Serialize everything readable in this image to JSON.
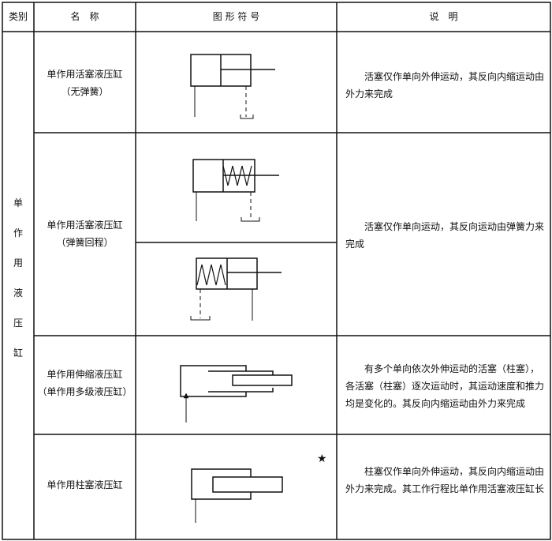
{
  "header": {
    "category": "类别",
    "name": "名　称",
    "symbol": "图 形 符 号",
    "description": "说　明"
  },
  "category_label": [
    "单",
    "作",
    "用",
    "液",
    "压",
    "缸"
  ],
  "rows": [
    {
      "name": [
        "单作用活塞液压缸",
        "（无弹簧）"
      ],
      "description": "活塞仅作单向外伸运动，其反向内缩运动由外力来完成"
    },
    {
      "name": [
        "单作用活塞液压缸",
        "（弹簧回程）"
      ],
      "description": "活塞仅作单向运动，其反向运动由弹簧力来完成"
    },
    {
      "name": [
        "单作用伸缩液压缸",
        "（单作用多级液压缸）"
      ],
      "description": "有多个单向依次外伸运动的活塞（柱塞），各活塞（柱塞）逐次运动时，其运动速度和推力均是变化的。其反向内缩运动由外力来完成"
    },
    {
      "name": [
        "单作用柱塞液压缸"
      ],
      "description": "柱塞仅作单向外伸运动，其反向内缩运动由外力来完成。其工作行程比单作用活塞液压缸长"
    }
  ],
  "star_mark": "★"
}
